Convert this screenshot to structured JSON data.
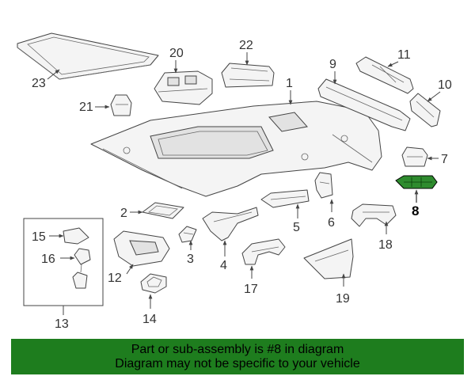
{
  "callouts": {
    "p1": "1",
    "p2": "2",
    "p3": "3",
    "p4": "4",
    "p5": "5",
    "p6": "6",
    "p7": "7",
    "p8": "8",
    "p9": "9",
    "p10": "10",
    "p11": "11",
    "p12": "12",
    "p13": "13",
    "p14": "14",
    "p15": "15",
    "p16": "16",
    "p17": "17",
    "p18": "18",
    "p19": "19",
    "p20": "20",
    "p21": "21",
    "p22": "22",
    "p23": "23"
  },
  "highlight": {
    "part": "8",
    "color": "#2e8b2e"
  },
  "banner": {
    "line1": "Part or sub-assembly is #8 in diagram",
    "line2": "Diagram may not be specific to your vehicle",
    "color": "#1e7d1e"
  }
}
